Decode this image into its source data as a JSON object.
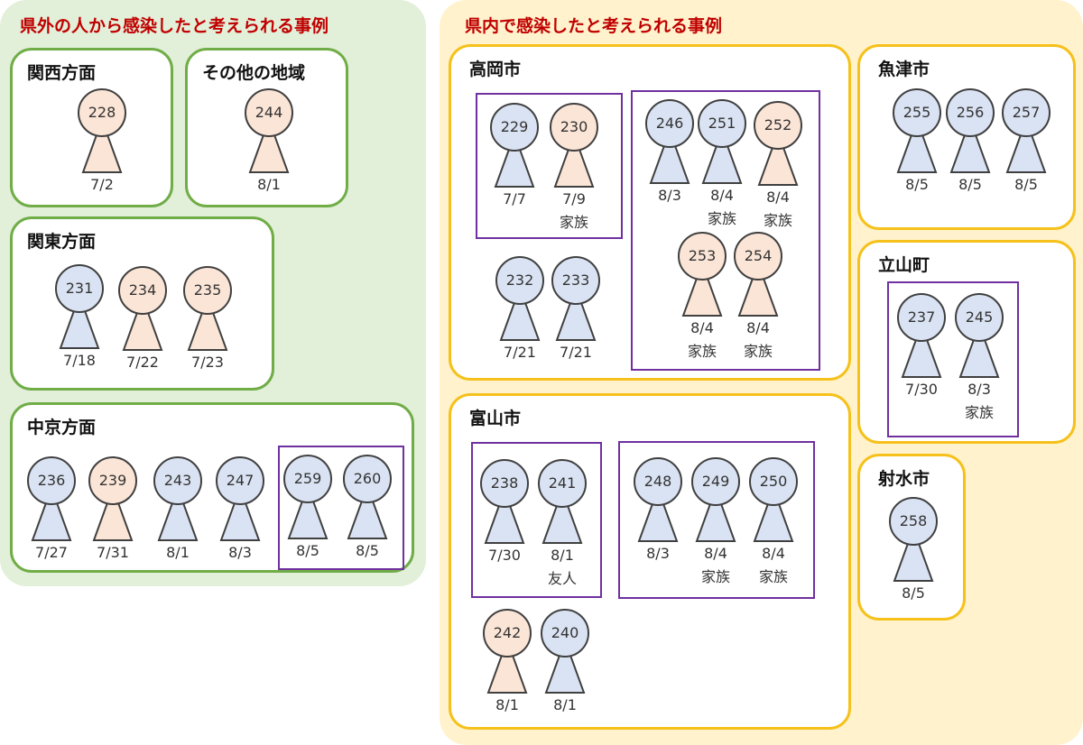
{
  "colors": {
    "blue": "#dae3f3",
    "orange": "#fbe5d6",
    "stroke": "#404040",
    "out_border": "#70ad47",
    "in_border": "#f5c11a",
    "cluster_border": "#7030a0",
    "title": "#c00000"
  },
  "panels": {
    "out": {
      "title": "県外の人から感染したと考えられる事例"
    },
    "in": {
      "title": "県内で感染したと考えられる事例"
    }
  },
  "regions": {
    "kansai": {
      "name": "関西方面",
      "people": [
        {
          "id": "228",
          "date": "7/2",
          "color": "orange"
        }
      ]
    },
    "other": {
      "name": "その他の地域",
      "people": [
        {
          "id": "244",
          "date": "8/1",
          "color": "orange"
        }
      ]
    },
    "kanto": {
      "name": "関東方面",
      "people": [
        {
          "id": "231",
          "date": "7/18",
          "color": "blue"
        },
        {
          "id": "234",
          "date": "7/22",
          "color": "orange"
        },
        {
          "id": "235",
          "date": "7/23",
          "color": "orange"
        }
      ]
    },
    "chukyo": {
      "name": "中京方面",
      "people": [
        {
          "id": "236",
          "date": "7/27",
          "color": "blue"
        },
        {
          "id": "239",
          "date": "7/31",
          "color": "orange"
        },
        {
          "id": "243",
          "date": "8/1",
          "color": "blue"
        },
        {
          "id": "247",
          "date": "8/3",
          "color": "blue"
        },
        {
          "id": "259",
          "date": "8/5",
          "color": "blue"
        },
        {
          "id": "260",
          "date": "8/5",
          "color": "blue"
        }
      ]
    },
    "takaoka": {
      "name": "高岡市",
      "people": [
        {
          "id": "229",
          "date": "7/7",
          "color": "blue"
        },
        {
          "id": "230",
          "date": "7/9",
          "note": "家族",
          "color": "orange"
        },
        {
          "id": "246",
          "date": "8/3",
          "color": "blue"
        },
        {
          "id": "251",
          "date": "8/4",
          "note": "家族",
          "color": "blue"
        },
        {
          "id": "252",
          "date": "8/4",
          "note": "家族",
          "color": "orange"
        },
        {
          "id": "253",
          "date": "8/4",
          "note": "家族",
          "color": "orange"
        },
        {
          "id": "254",
          "date": "8/4",
          "note": "家族",
          "color": "orange"
        },
        {
          "id": "232",
          "date": "7/21",
          "color": "blue"
        },
        {
          "id": "233",
          "date": "7/21",
          "color": "blue"
        }
      ]
    },
    "toyama": {
      "name": "富山市",
      "people": [
        {
          "id": "238",
          "date": "7/30",
          "color": "blue"
        },
        {
          "id": "241",
          "date": "8/1",
          "note": "友人",
          "color": "blue"
        },
        {
          "id": "248",
          "date": "8/3",
          "color": "blue"
        },
        {
          "id": "249",
          "date": "8/4",
          "note": "家族",
          "color": "blue"
        },
        {
          "id": "250",
          "date": "8/4",
          "note": "家族",
          "color": "blue"
        },
        {
          "id": "242",
          "date": "8/1",
          "color": "orange"
        },
        {
          "id": "240",
          "date": "8/1",
          "color": "blue"
        }
      ]
    },
    "uozu": {
      "name": "魚津市",
      "people": [
        {
          "id": "255",
          "date": "8/5",
          "color": "blue"
        },
        {
          "id": "256",
          "date": "8/5",
          "color": "blue"
        },
        {
          "id": "257",
          "date": "8/5",
          "color": "blue"
        }
      ]
    },
    "tateyama": {
      "name": "立山町",
      "people": [
        {
          "id": "237",
          "date": "7/30",
          "color": "blue"
        },
        {
          "id": "245",
          "date": "8/3",
          "note": "家族",
          "color": "blue"
        }
      ]
    },
    "imizu": {
      "name": "射水市",
      "people": [
        {
          "id": "258",
          "date": "8/5",
          "color": "blue"
        }
      ]
    }
  }
}
